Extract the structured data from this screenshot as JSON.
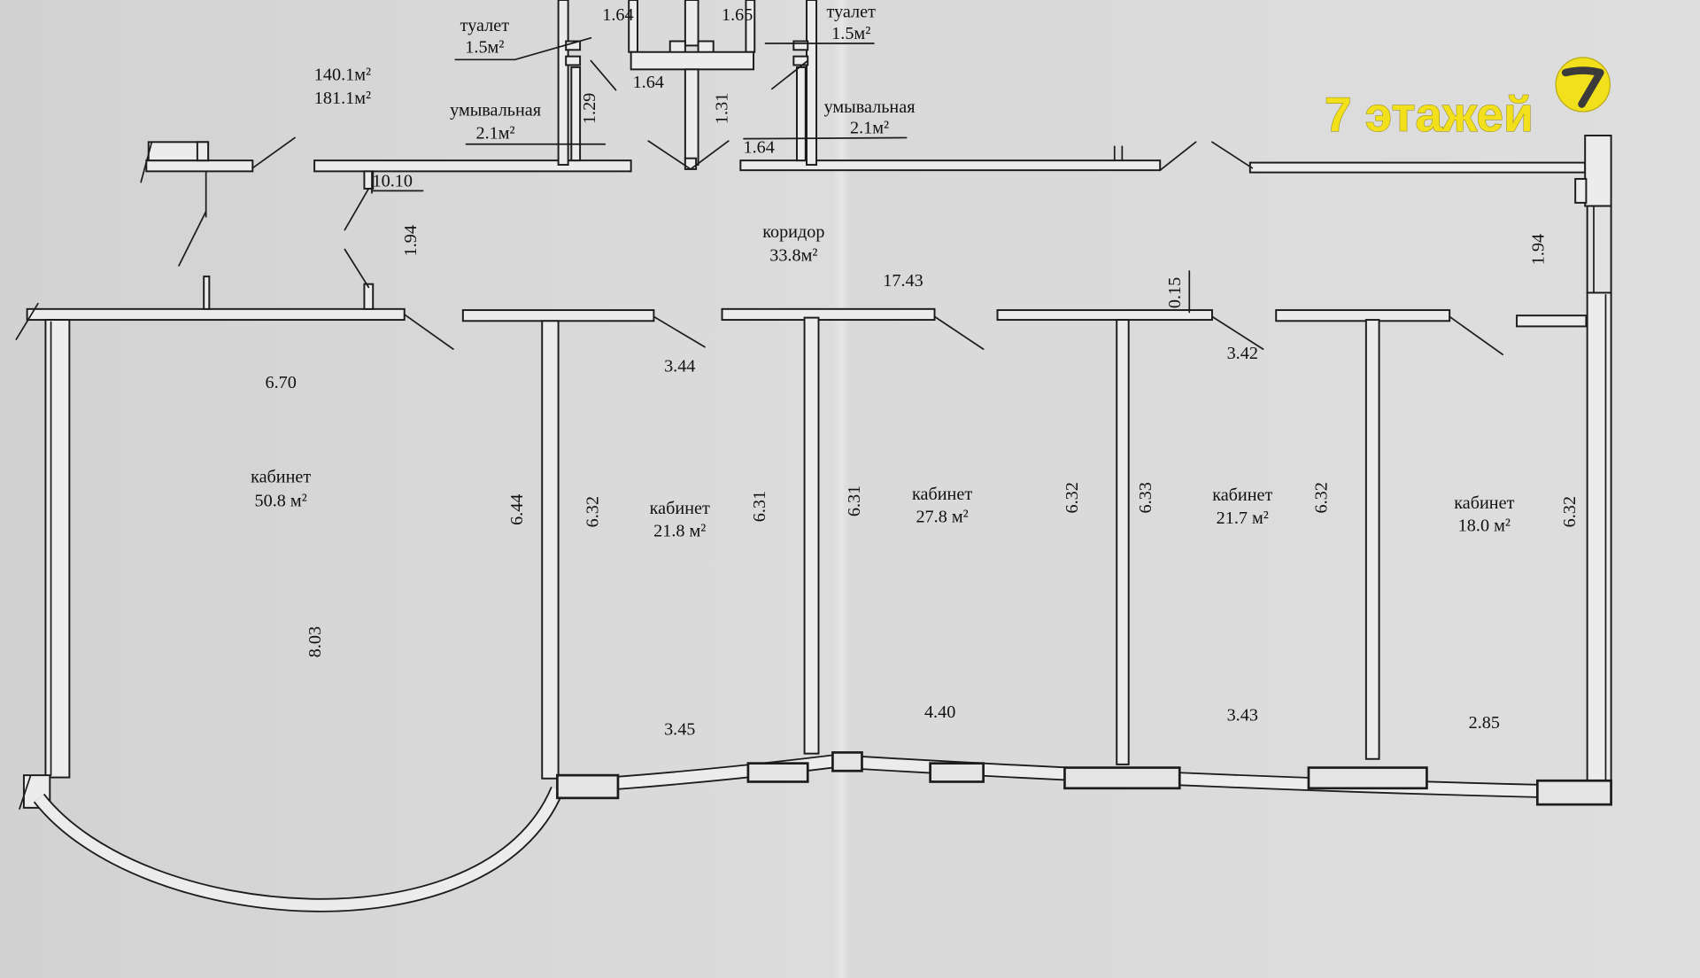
{
  "plan_totals": {
    "area_1": "140.1м²",
    "area_2": "181.1м²"
  },
  "rooms": [
    {
      "name": "туалет",
      "area": "1.5м²"
    },
    {
      "name": "туалет",
      "area": "1.5м²"
    },
    {
      "name": "умывальная",
      "area": "2.1м²"
    },
    {
      "name": "умывальная",
      "area": "2.1м²"
    },
    {
      "name": "коридор",
      "area": "33.8м²"
    },
    {
      "name": "кабинет",
      "area": "50.8 м²"
    },
    {
      "name": "кабинет",
      "area": "21.8 м²"
    },
    {
      "name": "кабинет",
      "area": "27.8 м²"
    },
    {
      "name": "кабинет",
      "area": "21.7 м²"
    },
    {
      "name": "кабинет",
      "area": "18.0 м²"
    }
  ],
  "dimensions": [
    "1.64",
    "1.65",
    "1.64",
    "1.29",
    "1.31",
    "1.64",
    "10.10",
    "1.94",
    "17.43",
    "0.15",
    "1.94",
    "6.70",
    "3.44",
    "3.42",
    "6.44",
    "6.32",
    "6.31",
    "6.31",
    "6.32",
    "6.33",
    "6.32",
    "6.32",
    "8.03",
    "3.45",
    "4.40",
    "3.43",
    "2.85"
  ],
  "logo": {
    "text": "7 этажей",
    "icon": "logo-seven-circle-icon"
  },
  "colors": {
    "background": "#dadada",
    "ink": "#1c1c1c",
    "logo_yellow": "#f2e01c",
    "logo_mark": "#3b3b3b"
  }
}
